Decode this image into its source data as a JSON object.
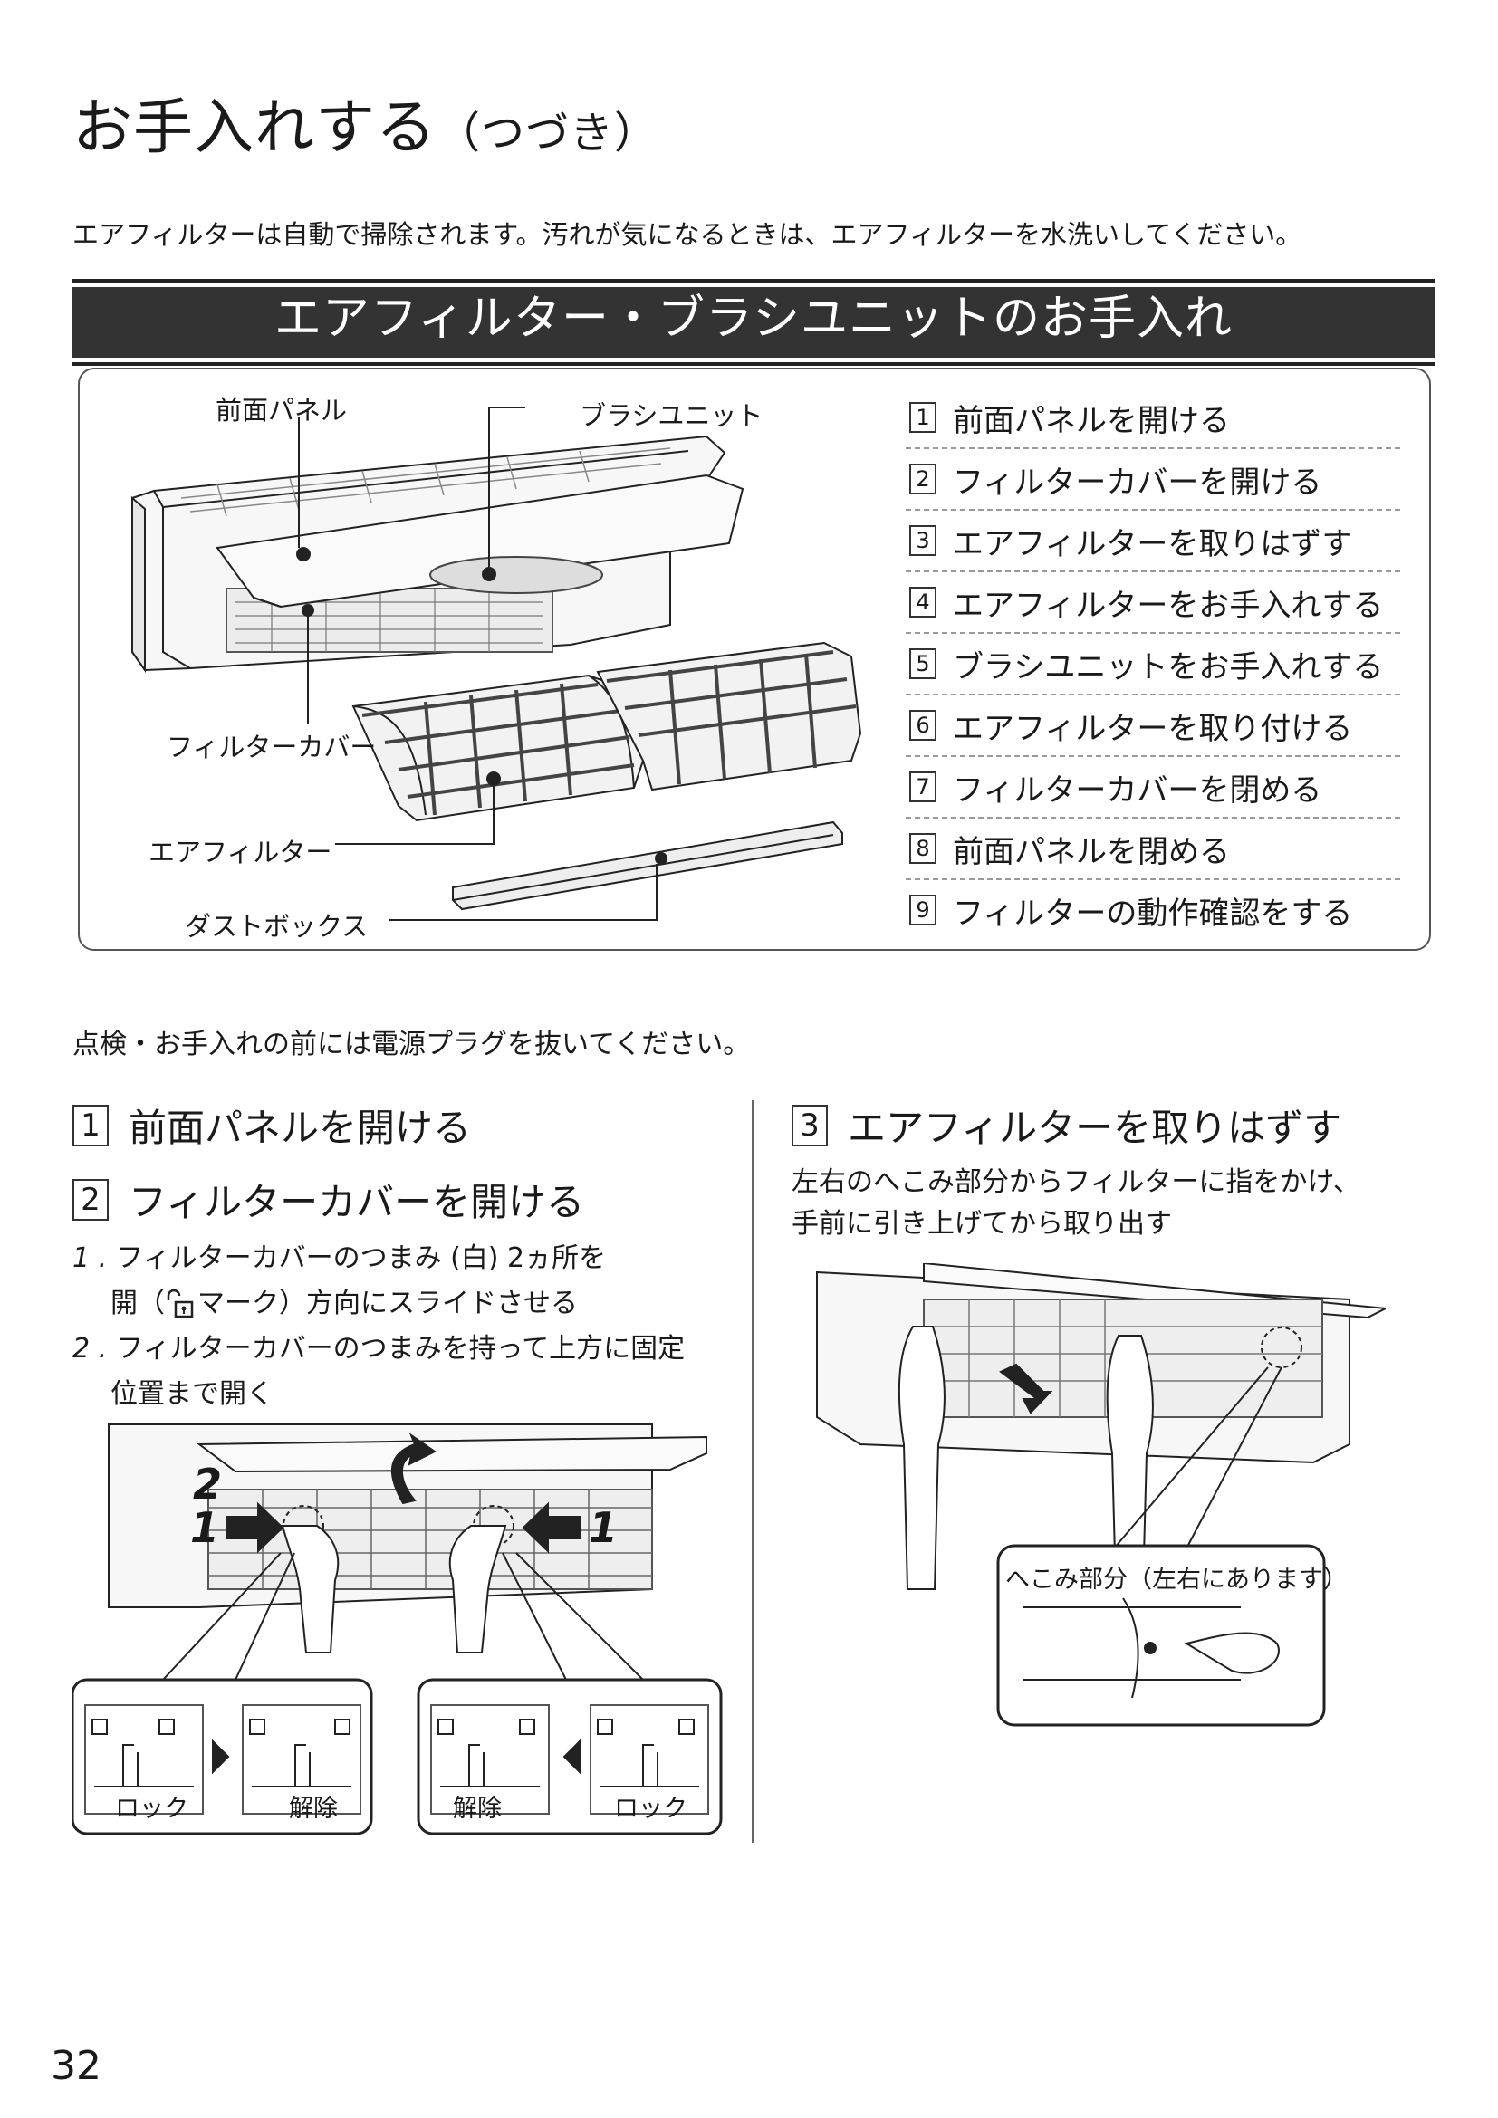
{
  "header": {
    "title": "お手入れする",
    "title_suffix": "（つづき）",
    "intro": "エアフィルターは自動で掃除されます。汚れが気になるときは、エアフィルターを水洗いしてください。",
    "section_banner": "エアフィルター・ブラシユニットのお手入れ"
  },
  "parts_figure": {
    "labels": {
      "front_panel": "前面パネル",
      "brush_unit": "ブラシユニット",
      "filter_cover": "フィルターカバー",
      "air_filter": "エアフィルター",
      "dust_box": "ダストボックス"
    }
  },
  "steps": [
    {
      "num": "1",
      "text": "前面パネルを開ける"
    },
    {
      "num": "2",
      "text": "フィルターカバーを開ける"
    },
    {
      "num": "3",
      "text": "エアフィルターを取りはずす"
    },
    {
      "num": "4",
      "text": "エアフィルターをお手入れする"
    },
    {
      "num": "5",
      "text": "ブラシユニットをお手入れする"
    },
    {
      "num": "6",
      "text": "エアフィルターを取り付ける"
    },
    {
      "num": "7",
      "text": "フィルターカバーを閉める"
    },
    {
      "num": "8",
      "text": "前面パネルを閉める"
    },
    {
      "num": "9",
      "text": "フィルターの動作確認をする"
    }
  ],
  "warning": "点検・お手入れの前には電源プラグを抜いてください。",
  "left_column": {
    "step1": {
      "num": "1",
      "title": "前面パネルを開ける"
    },
    "step2": {
      "num": "2",
      "title": "フィルターカバーを開ける"
    },
    "instr1_num": "1 .",
    "instr1_line1": "フィルターカバーのつまみ (白) 2ヵ所を",
    "instr1_line2a": "開（",
    "instr1_line2b": "マーク）方向にスライドさせる",
    "instr2_num": "2 .",
    "instr2_line1": "フィルターカバーのつまみを持って上方に固定",
    "instr2_line2": "位置まで開く",
    "arrow_labels": {
      "slide": "1",
      "lift": "2"
    },
    "lock_panels": [
      {
        "label": "ロック"
      },
      {
        "label": "解除"
      },
      {
        "label": "解除"
      },
      {
        "label": "ロック"
      }
    ]
  },
  "right_column": {
    "step3": {
      "num": "3",
      "title": "エアフィルターを取りはずす"
    },
    "desc_line1": "左右のへこみ部分からフィルターに指をかけ、",
    "desc_line2": "手前に引き上げてから取り出す",
    "callout": "へこみ部分（左右にあります）"
  },
  "footer": {
    "page_number": "32"
  }
}
